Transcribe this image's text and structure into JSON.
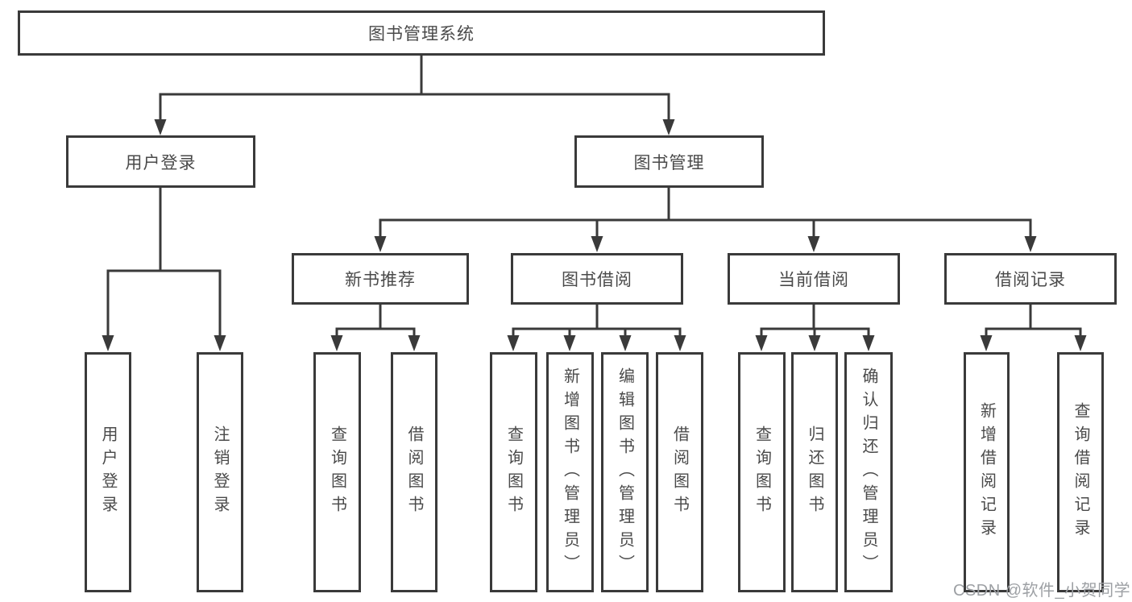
{
  "diagram_title": "图书管理系统",
  "watermark": "CSDN @软件_小贺同学",
  "colors": {
    "background": "#ffffff",
    "line": "#3a3a3a",
    "box_border": "#3a3a3a",
    "box_fill": "#ffffff",
    "text": "#4a4a4a",
    "watermark": "#9da0a4"
  },
  "tree": {
    "root": {
      "label": "图书管理系统"
    },
    "user_login": {
      "label": "用户登录",
      "children": [
        {
          "label": "用户登录"
        },
        {
          "label": "注销登录"
        }
      ]
    },
    "book_mgmt": {
      "label": "图书管理",
      "groups": [
        {
          "label": "新书推荐",
          "children": [
            {
              "label": "查询图书"
            },
            {
              "label": "借阅图书"
            }
          ]
        },
        {
          "label": "图书借阅",
          "children": [
            {
              "label": "查询图书"
            },
            {
              "label": "新增图书（管理员）"
            },
            {
              "label": "编辑图书（管理员）"
            },
            {
              "label": "借阅图书"
            }
          ]
        },
        {
          "label": "当前借阅",
          "children": [
            {
              "label": "查询图书"
            },
            {
              "label": "归还图书"
            },
            {
              "label": "确认归还（管理员）"
            }
          ]
        },
        {
          "label": "借阅记录",
          "children": [
            {
              "label": "新增借阅记录"
            },
            {
              "label": "查询借阅记录"
            }
          ]
        }
      ]
    }
  }
}
